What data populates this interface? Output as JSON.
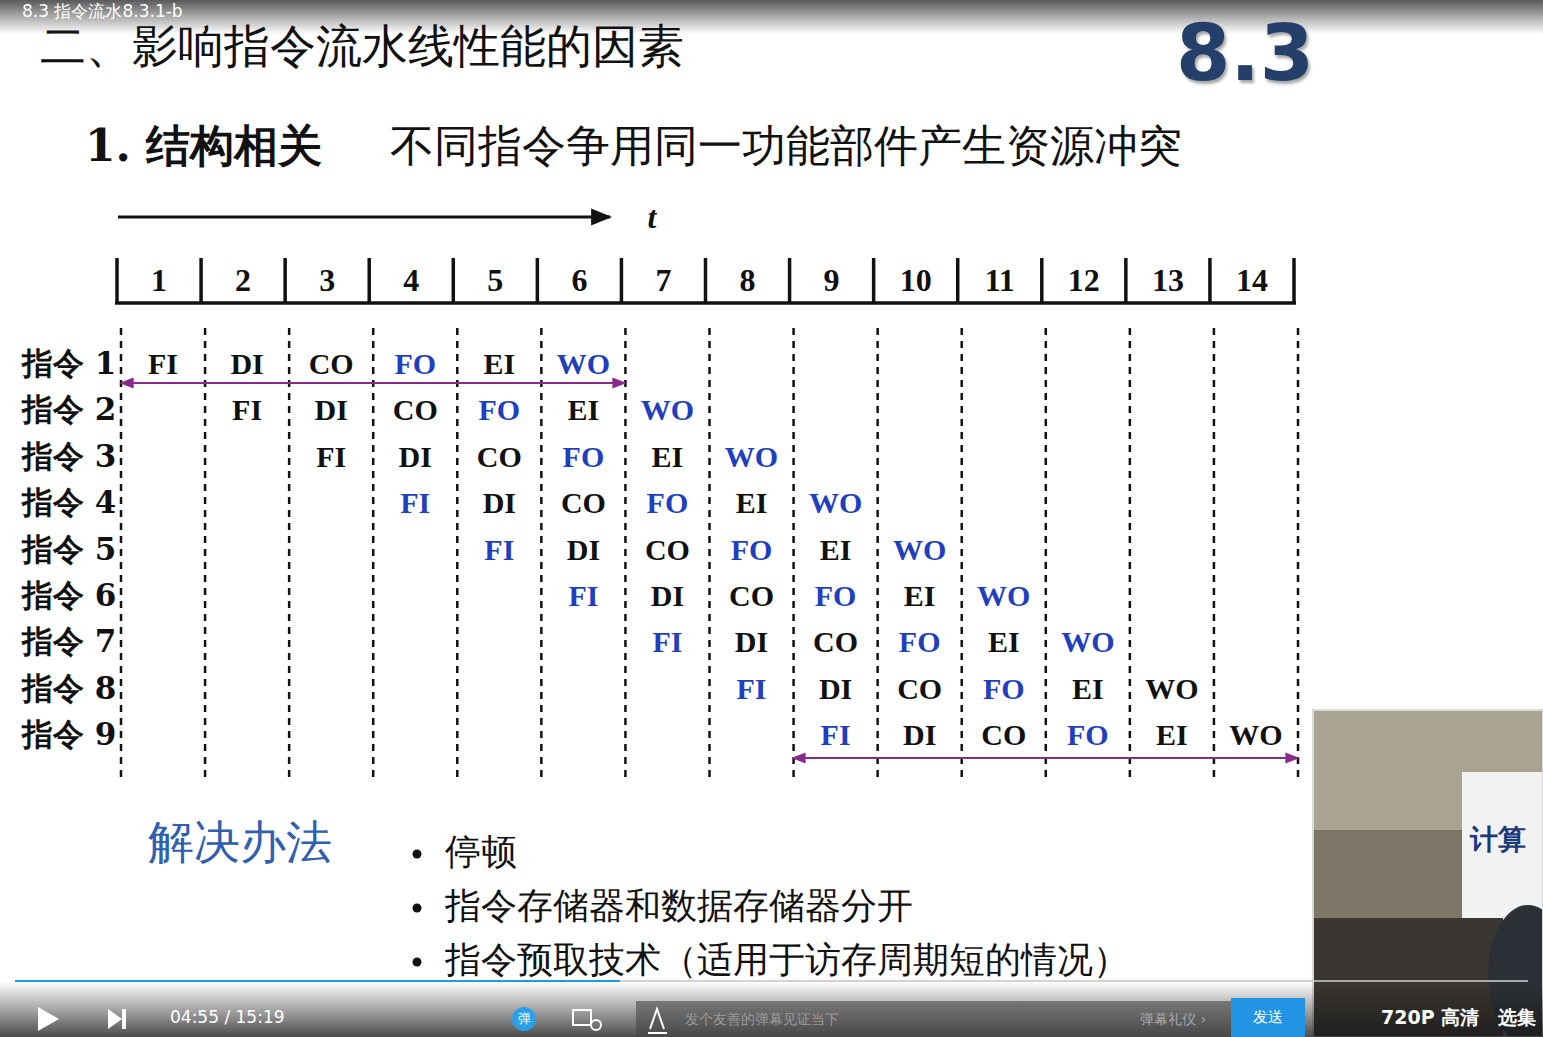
{
  "diagram": {
    "title": "二、影响指令流水线性能的因素",
    "nodes": [
      {
        "text": [
          "弹"
        ]
      },
      {
        "text": [
          "发送"
        ]
      }
    ],
    "labels": [
      "8.3 指令流水8.3.1-b",
      "8.3",
      "1. 结构相关",
      "不同指令争用同一功能部件产生资源冲突",
      "t",
      "1",
      "2",
      "3",
      "4",
      "5",
      "6",
      "7",
      "8",
      "9",
      "10",
      "11",
      "12",
      "13",
      "14",
      "指令 1",
      "FI",
      "DI",
      "CO",
      "FO",
      "EI",
      "WO",
      "指令 2",
      "FI",
      "DI",
      "CO",
      "FO",
      "EI",
      "WO",
      "指令 3",
      "FI",
      "DI",
      "CO",
      "FO",
      "EI",
      "WO",
      "指令 4",
      "FI",
      "DI",
      "CO",
      "FO",
      "EI",
      "WO",
      "指令 5",
      "FI",
      "DI",
      "CO",
      "FO",
      "EI",
      "WO",
      "指令 6",
      "FI",
      "DI",
      "CO",
      "FO",
      "EI",
      "WO",
      "指令 7",
      "FI",
      "DI",
      "CO",
      "FO",
      "EI",
      "WO",
      "指令 8",
      "FI",
      "DI",
      "CO",
      "FO",
      "EI",
      "WO",
      "指令 9",
      "FI",
      "DI",
      "CO",
      "FO",
      "EI",
      "WO",
      "解决办法",
      "停顿",
      "指令存储器和数据存储器分开",
      "指令预取技术（适用于访存周期短的情况）",
      "04:55 / 15:19",
      "发个友善的弹幕见证当下",
      "弹幕礼仪 ›",
      "720P 高清",
      "选集",
      "计算"
    ]
  }
}
